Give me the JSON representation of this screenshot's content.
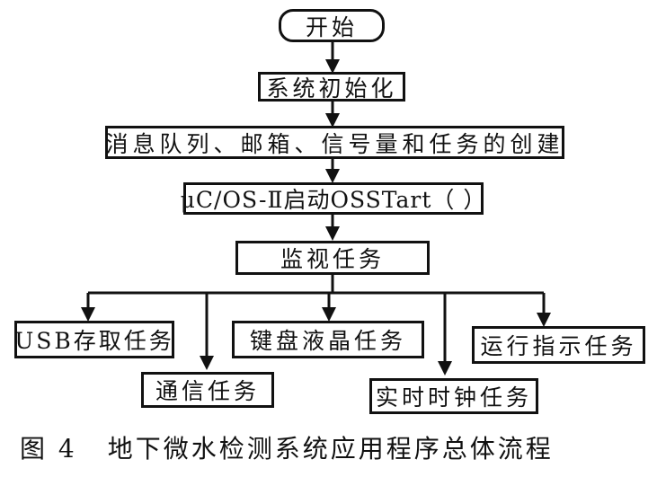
{
  "figure": {
    "caption_label": "图 4",
    "caption_title": "地下微水检测系统应用程序总体流程"
  },
  "nodes": {
    "start": "开始",
    "init": "系统初始化",
    "create": "消息队列、邮箱、信号量和任务的创建",
    "os_start": "μC/OS-Ⅱ启动OSSTart（ ）",
    "monitor": "监视任务",
    "usb": "USB存取任务",
    "comm": "通信任务",
    "keyboard_lcd": "键盘液晶任务",
    "rtc": "实时时钟任务",
    "run_indicator": "运行指示任务"
  },
  "colors": {
    "line": "#111111",
    "background": "#ffffff"
  }
}
